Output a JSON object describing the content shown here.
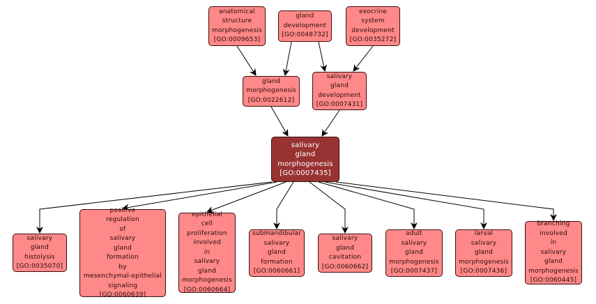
{
  "diagram": {
    "type": "GO term hierarchy",
    "colors": {
      "term_fill": "#ff8888",
      "focus_fill": "#993333",
      "border": "#3a1010",
      "edge": "#000000"
    },
    "nodes": [
      {
        "id": "GO:0009653",
        "lines": [
          "anatomical",
          "structure",
          "morphogenesis",
          "[GO:0009653]"
        ],
        "focus": false
      },
      {
        "id": "GO:0048732",
        "lines": [
          "gland",
          "development",
          "[GO:0048732]"
        ],
        "focus": false
      },
      {
        "id": "GO:0035272",
        "lines": [
          "exocrine",
          "system",
          "development",
          "[GO:0035272]"
        ],
        "focus": false
      },
      {
        "id": "GO:0022612",
        "lines": [
          "gland",
          "morphogenesis",
          "[GO:0022612]"
        ],
        "focus": false
      },
      {
        "id": "GO:0007431",
        "lines": [
          "salivary",
          "gland",
          "development",
          "[GO:0007431]"
        ],
        "focus": false
      },
      {
        "id": "GO:0007435",
        "lines": [
          "salivary",
          "gland",
          "morphogenesis",
          "[GO:0007435]"
        ],
        "focus": true
      },
      {
        "id": "GO:0035070",
        "lines": [
          "salivary",
          "gland",
          "histolysis",
          "[GO:0035070]"
        ],
        "focus": false
      },
      {
        "id": "GO:0060639",
        "lines": [
          "positive",
          "regulation",
          "of",
          "salivary",
          "gland",
          "formation",
          "by",
          "mesenchymal-epithelial",
          "signaling",
          "[GO:0060639]"
        ],
        "focus": false
      },
      {
        "id": "GO:0060664",
        "lines": [
          "epithelial",
          "cell",
          "proliferation",
          "involved",
          "in",
          "salivary",
          "gland",
          "morphogenesis",
          "[GO:0060664]"
        ],
        "focus": false
      },
      {
        "id": "GO:0060661",
        "lines": [
          "submandibular",
          "salivary",
          "gland",
          "formation",
          "[GO:0060661]"
        ],
        "focus": false
      },
      {
        "id": "GO:0060662",
        "lines": [
          "salivary",
          "gland",
          "cavitation",
          "[GO:0060662]"
        ],
        "focus": false
      },
      {
        "id": "GO:0007437",
        "lines": [
          "adult",
          "salivary",
          "gland",
          "morphogenesis",
          "[GO:0007437]"
        ],
        "focus": false
      },
      {
        "id": "GO:0007436",
        "lines": [
          "larval",
          "salivary",
          "gland",
          "morphogenesis",
          "[GO:0007436]"
        ],
        "focus": false
      },
      {
        "id": "GO:0060445",
        "lines": [
          "branching",
          "involved",
          "in",
          "salivary",
          "gland",
          "morphogenesis",
          "[GO:0060445]"
        ],
        "focus": false
      }
    ],
    "edges": [
      {
        "from": "GO:0009653",
        "to": "GO:0022612"
      },
      {
        "from": "GO:0048732",
        "to": "GO:0022612"
      },
      {
        "from": "GO:0048732",
        "to": "GO:0007431"
      },
      {
        "from": "GO:0035272",
        "to": "GO:0007431"
      },
      {
        "from": "GO:0022612",
        "to": "GO:0007435"
      },
      {
        "from": "GO:0007431",
        "to": "GO:0007435"
      },
      {
        "from": "GO:0007435",
        "to": "GO:0035070"
      },
      {
        "from": "GO:0007435",
        "to": "GO:0060639"
      },
      {
        "from": "GO:0007435",
        "to": "GO:0060664"
      },
      {
        "from": "GO:0007435",
        "to": "GO:0060661"
      },
      {
        "from": "GO:0007435",
        "to": "GO:0060662"
      },
      {
        "from": "GO:0007435",
        "to": "GO:0007437"
      },
      {
        "from": "GO:0007435",
        "to": "GO:0007436"
      },
      {
        "from": "GO:0007435",
        "to": "GO:0060445"
      }
    ]
  }
}
